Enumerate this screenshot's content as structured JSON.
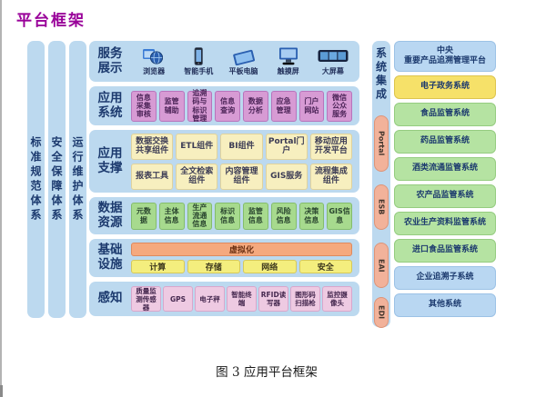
{
  "title": "平台框架",
  "caption": "图 3 应用平台框架",
  "pillars": [
    "标准规范体系",
    "安全保障体系",
    "运行维护体系"
  ],
  "rows": {
    "service": {
      "label": "服务展示",
      "devices": [
        {
          "icon": "browser-icon",
          "label": "浏览器"
        },
        {
          "icon": "smartphone-icon",
          "label": "智能手机"
        },
        {
          "icon": "tablet-icon",
          "label": "平板电脑"
        },
        {
          "icon": "touchscreen-icon",
          "label": "触摸屏"
        },
        {
          "icon": "bigscreen-icon",
          "label": "大屏幕"
        }
      ]
    },
    "application": {
      "label": "应用系统",
      "items": [
        "信息采集审核",
        "监管辅助",
        "追溯码与标识管理",
        "信息查询",
        "数据分析",
        "应急管理",
        "门户网站",
        "微信公众服务"
      ]
    },
    "support": {
      "label": "应用支撑",
      "row1": [
        "数据交换共享组件",
        "ETL组件",
        "BI组件",
        "Portal门户",
        "移动应用开发平台"
      ],
      "row2": [
        "报表工具",
        "全文检索组件",
        "内容管理组件",
        "GIS服务",
        "流程集成组件"
      ]
    },
    "data": {
      "label": "数据资源",
      "items": [
        "元数据",
        "主体信息",
        "生产流通信息",
        "标识信息",
        "监管信息",
        "风险信息",
        "决策信息",
        "GIS信息"
      ]
    },
    "infra": {
      "label": "基础设施",
      "virtualization": "虚拟化",
      "items": [
        "计算",
        "存储",
        "网络",
        "安全"
      ]
    },
    "perception": {
      "label": "感知",
      "items": [
        "质量监测传感器",
        "GPS",
        "电子秤",
        "智能终端",
        "RFID读写器",
        "图形码扫描枪",
        "监控摄像头"
      ]
    }
  },
  "integration": {
    "label": "系统集成",
    "pills": [
      "Portal",
      "ESB",
      "EAI",
      "EDI"
    ]
  },
  "external_systems": [
    {
      "line1": "中央",
      "line2": "重要产品追溯管理平台",
      "type": "blue"
    },
    {
      "label": "电子政务系统",
      "type": "yellow"
    },
    {
      "label": "食品监管系统",
      "type": "green"
    },
    {
      "label": "药品监管系统",
      "type": "green"
    },
    {
      "label": "酒类流通监管系统",
      "type": "green"
    },
    {
      "label": "农产品监管系统",
      "type": "green"
    },
    {
      "label": "农业生产资料监管系统",
      "type": "green"
    },
    {
      "label": "进口食品监管系统",
      "type": "green"
    },
    {
      "label": "企业追溯子系统",
      "type": "blue"
    },
    {
      "label": "其他系统",
      "type": "blue"
    }
  ],
  "colors": {
    "title": "#990099",
    "panel_blue": "#bcd9ef",
    "label_navy": "#1c3a6e",
    "app_pink": "#d79bd4",
    "support_cream": "#f7efbf",
    "data_green": "#a7da8e",
    "infra_orange": "#f5a97e",
    "infra_yellow": "#f4ee7e",
    "perception_pink": "#eecae2",
    "pill_salmon": "#f2b29a",
    "ext_blue": "#b9d7f2",
    "ext_yellow": "#f6e169",
    "ext_green": "#b5e3a2"
  }
}
